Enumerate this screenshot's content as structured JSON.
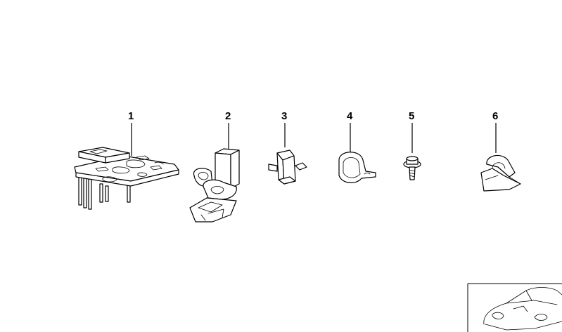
{
  "diagram": {
    "parts": [
      {
        "number": "1",
        "icon": "plate-clip-holder-icon"
      },
      {
        "number": "2",
        "icon": "double-pipe-clip-icon"
      },
      {
        "number": "3",
        "icon": "push-in-clip-icon"
      },
      {
        "number": "4",
        "icon": "hose-clamp-icon"
      },
      {
        "number": "5",
        "icon": "screw-with-washer-icon"
      },
      {
        "number": "6",
        "icon": "cable-holder-clip-icon"
      }
    ],
    "thumbnail": {
      "icon": "car-outline-icon"
    }
  }
}
